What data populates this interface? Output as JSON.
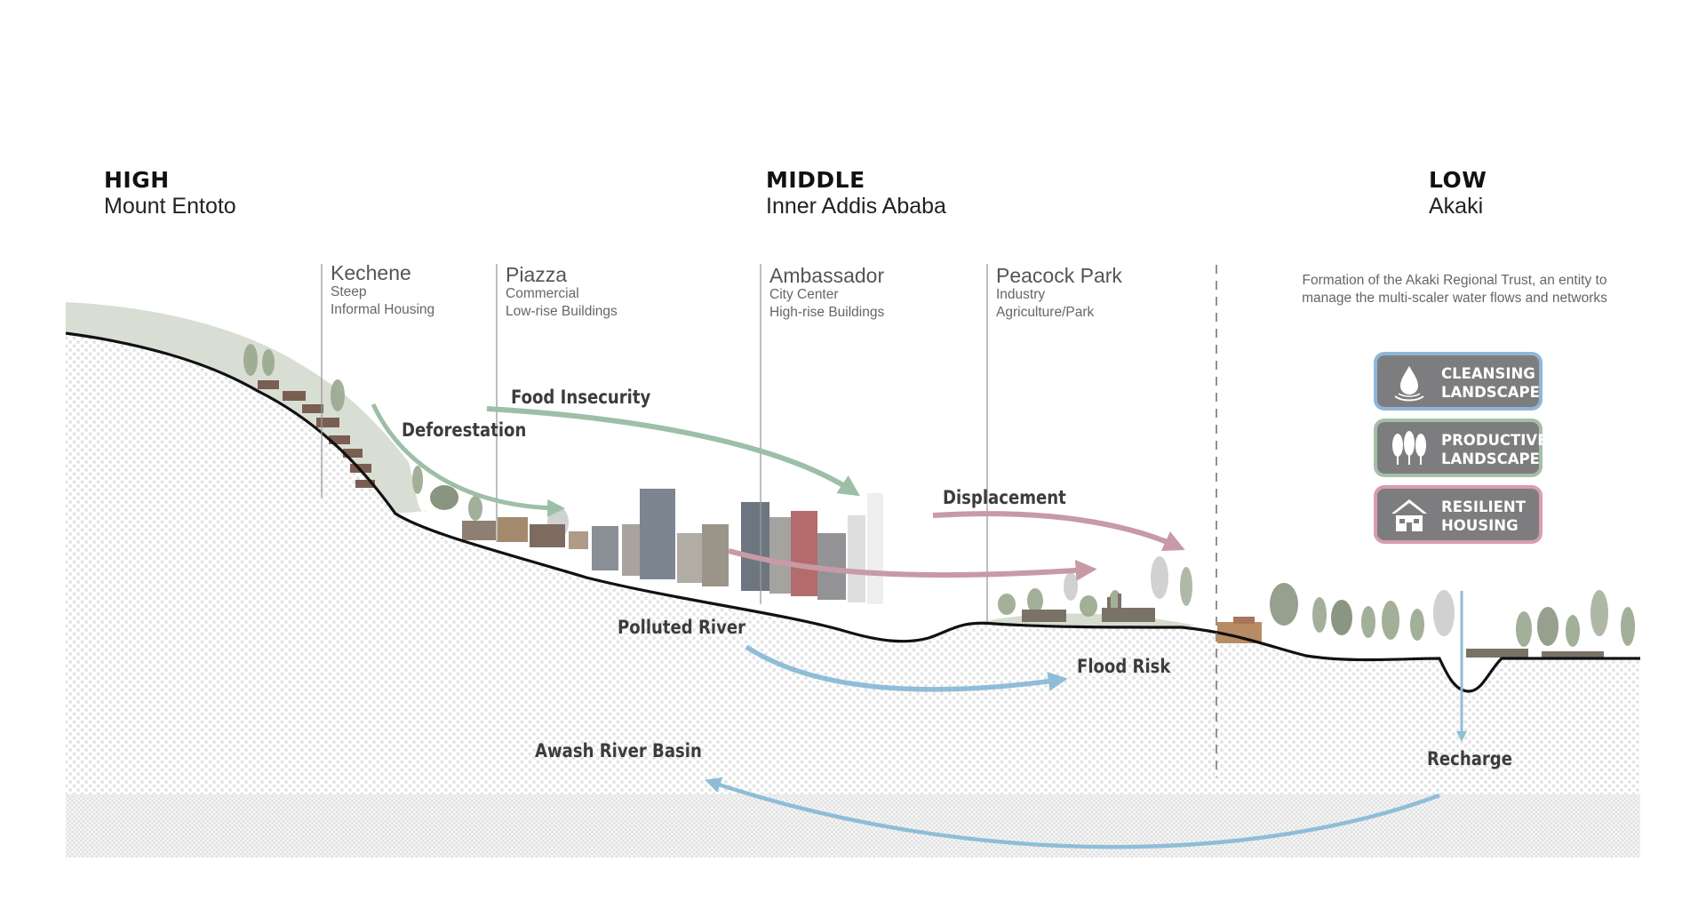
{
  "zones": [
    {
      "title": "HIGH",
      "place": "Mount Entoto"
    },
    {
      "title": "MIDDLE",
      "place": "Inner Addis Ababa"
    },
    {
      "title": "LOW",
      "place": "Akaki"
    }
  ],
  "sites": [
    {
      "name": "Kechene",
      "lines": [
        "Steep",
        "Informal Housing"
      ]
    },
    {
      "name": "Piazza",
      "lines": [
        "Commercial",
        "Low-rise Buildings"
      ]
    },
    {
      "name": "Ambassador",
      "lines": [
        "City Center",
        "High-rise Buildings"
      ]
    },
    {
      "name": "Peacock  Park",
      "lines": [
        "Industry",
        "Agriculture/Park"
      ]
    }
  ],
  "issues": {
    "deforestation": "Deforestation",
    "food_insecurity": "Food Insecurity",
    "displacement": "Displacement",
    "polluted_river": "Polluted River",
    "flood_risk": "Flood Risk",
    "awash_basin": "Awash River Basin",
    "recharge": "Recharge"
  },
  "trust_text": "Formation of the Akaki Regional Trust, an entity to manage the multi-scaler water flows and networks",
  "badges": [
    {
      "line1": "CLEANSING",
      "line2": "LANDSCAPE",
      "icon": "water-drop-icon",
      "border": "#8fb6d8"
    },
    {
      "line1": "PRODUCTIVE",
      "line2": "LANDSCAPE",
      "icon": "trees-icon",
      "border": "#a4bfa6"
    },
    {
      "line1": "RESILIENT",
      "line2": "HOUSING",
      "icon": "house-icon",
      "border": "#d79db0"
    }
  ],
  "colors": {
    "green_arrow": "#9dbfa7",
    "red_arrow": "#c79aa5",
    "blue_arrow": "#8fbdd8",
    "badge_fill": "#7d7d7f"
  }
}
